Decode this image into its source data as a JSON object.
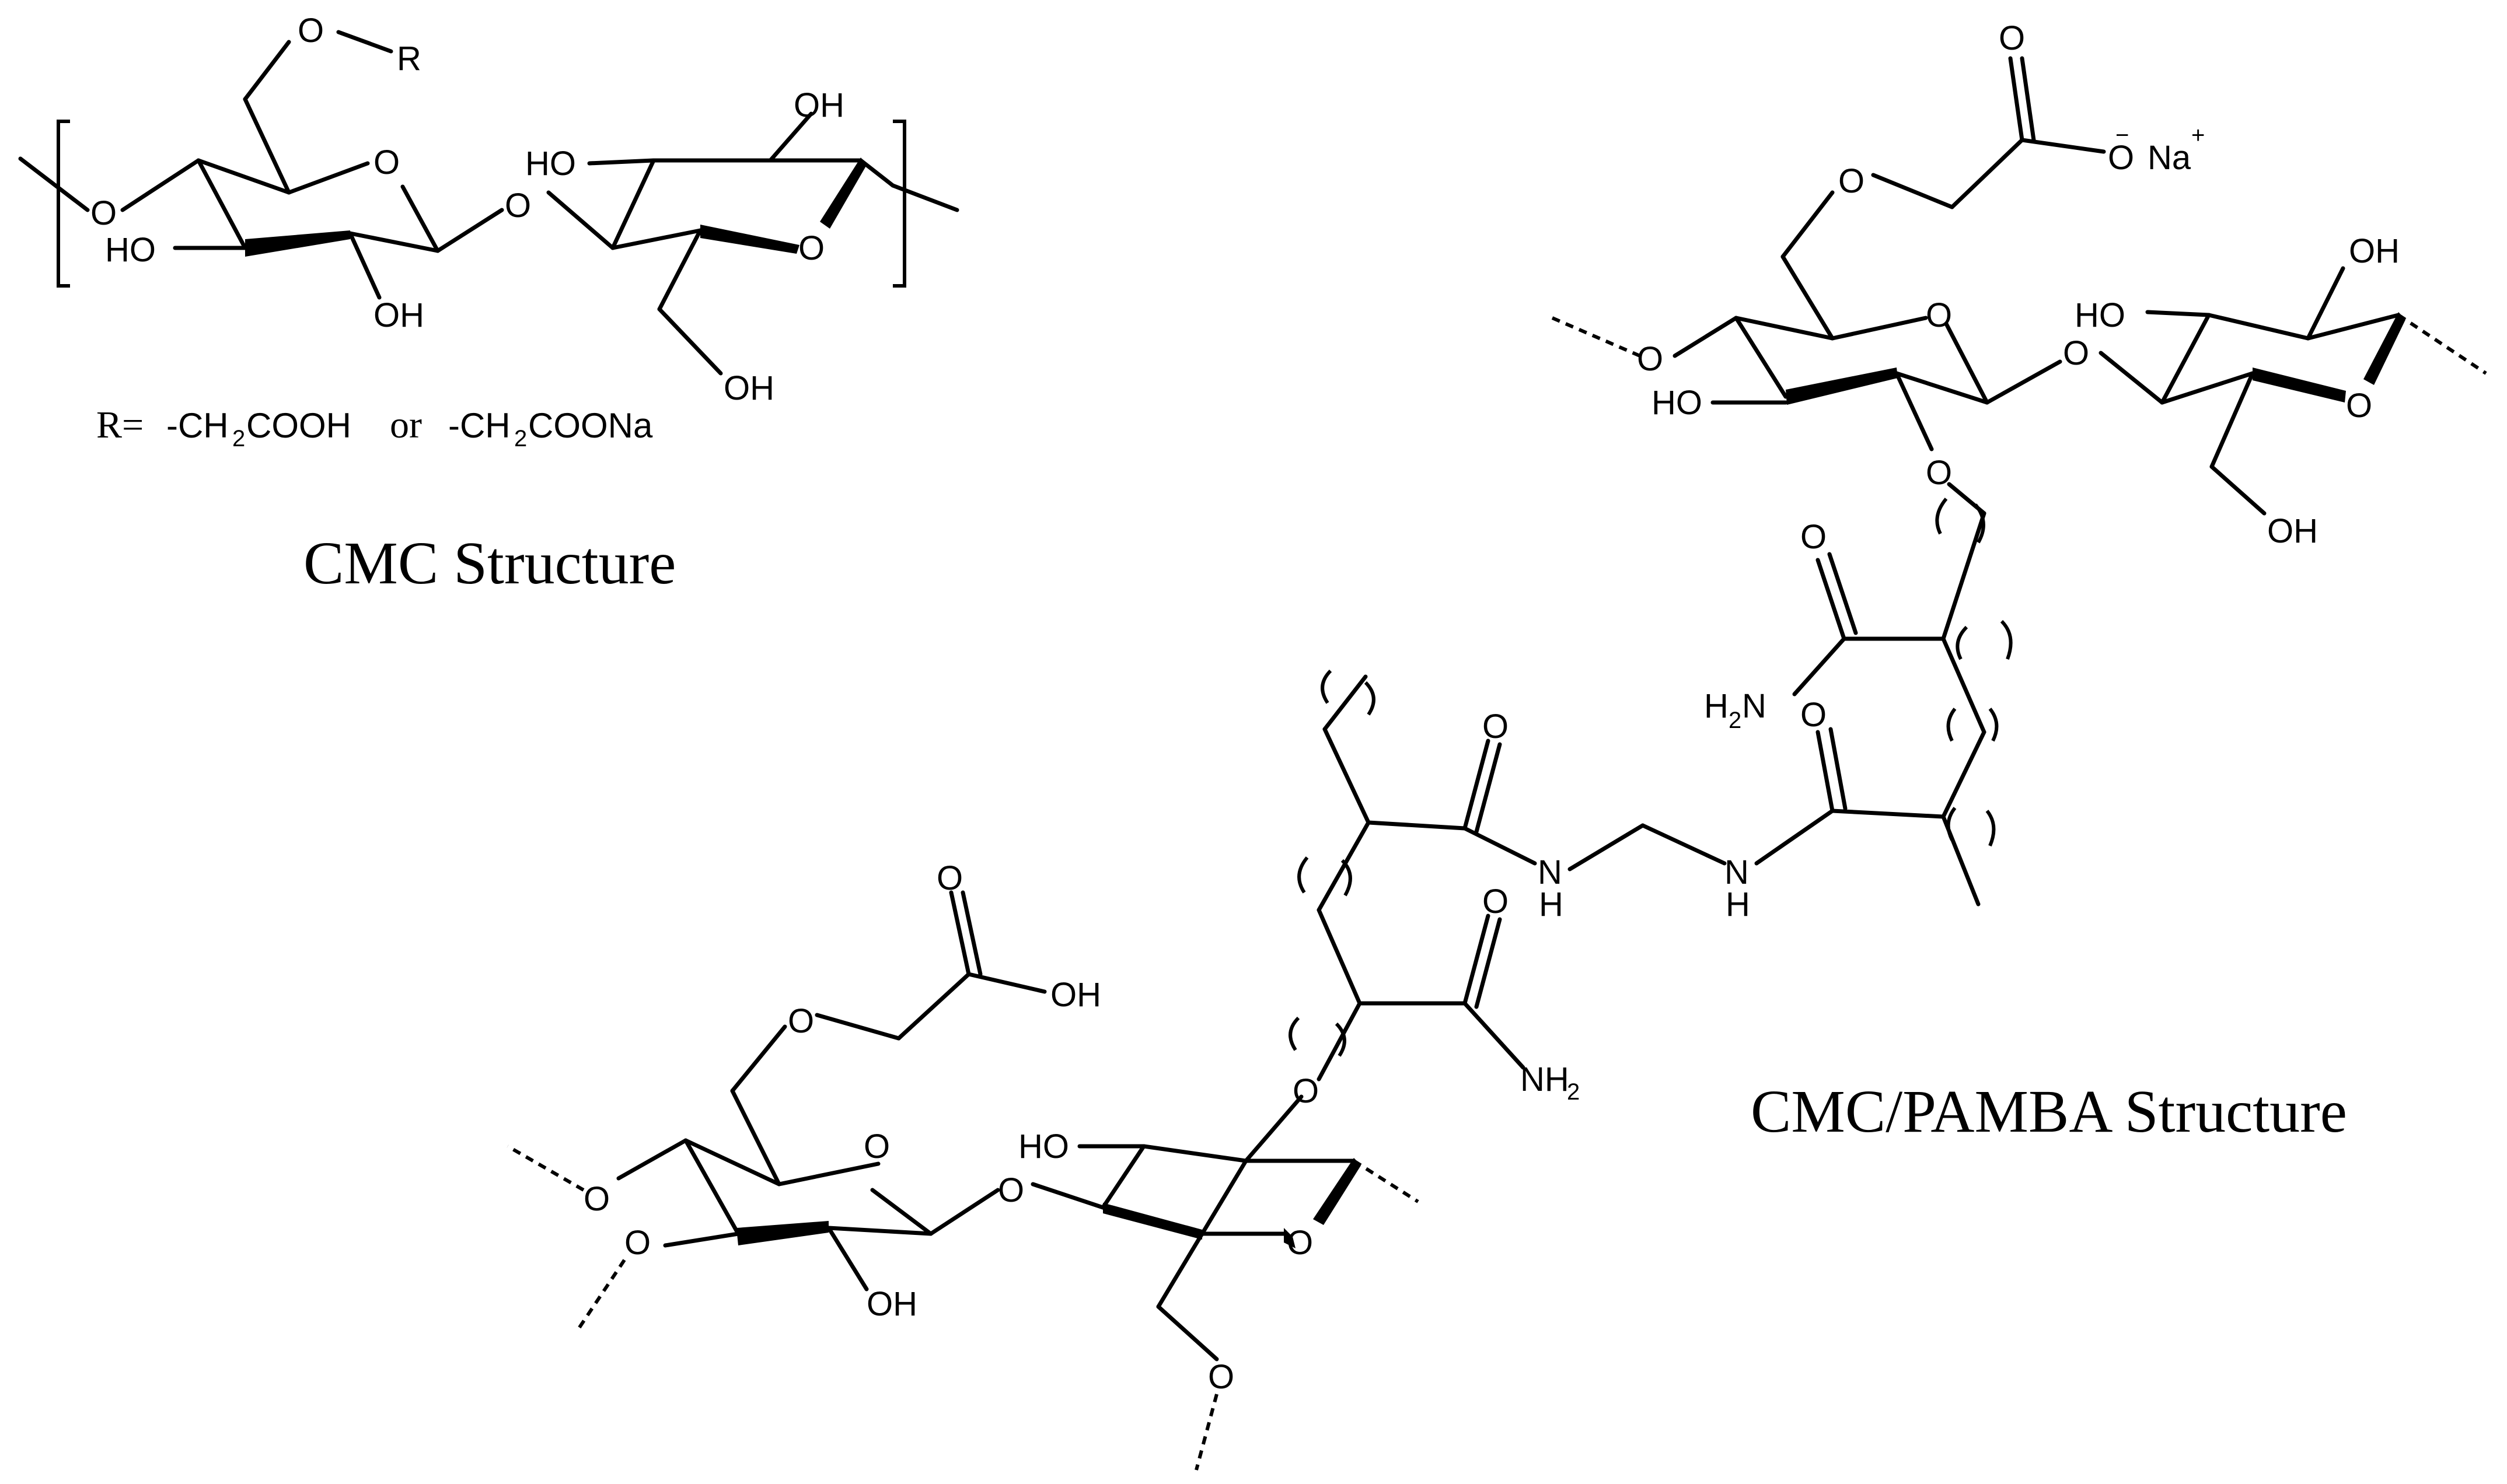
{
  "atoms": {
    "O": "O",
    "R": "R",
    "HO": "HO",
    "OH": "OH",
    "N": "N",
    "H": "H",
    "Na": "Na",
    "plus": "+",
    "minus": "−",
    "NH2_base": "NH",
    "H2N_base": "H",
    "N_after_sub": "N",
    "sub_2": "2"
  },
  "r_definition": {
    "prefix": "R=",
    "option1_pre": "-CH",
    "option1_post": "COOH",
    "or": "or",
    "option2_pre": "-CH",
    "option2_post": "COONa",
    "sub": "2"
  },
  "captions": {
    "cmc": "CMC Structure",
    "cmc_pamba": "CMC/PAMBA Structure"
  }
}
